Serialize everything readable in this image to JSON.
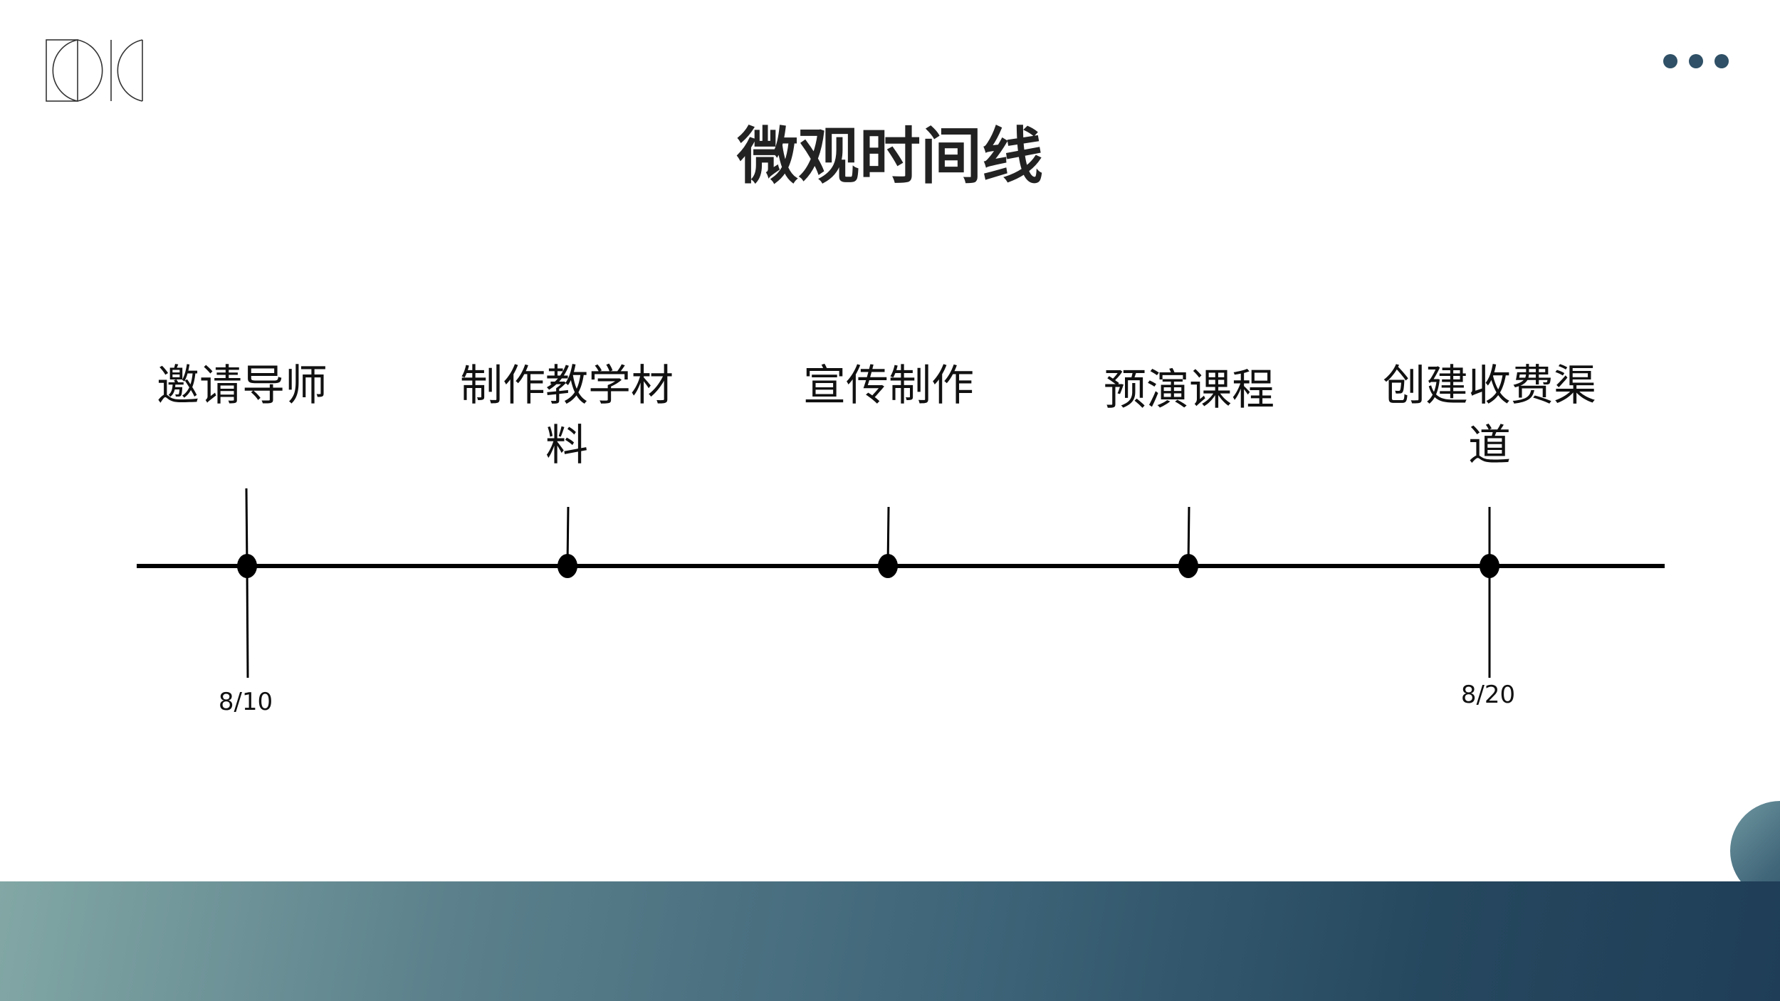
{
  "title": "微观时间线",
  "colors": {
    "accent_dots": "#2f5066",
    "band_start": "#82a7a5",
    "band_end": "#1f3d57",
    "line": "#000000"
  },
  "icons": {
    "logo": "kdc-logo-icon",
    "menu": "more-dots-icon"
  },
  "milestones": [
    {
      "label": "邀请导师",
      "date": "8/10"
    },
    {
      "label": "制作教学材料",
      "date": ""
    },
    {
      "label": "宣传制作",
      "date": ""
    },
    {
      "label": "预演课程",
      "date": ""
    },
    {
      "label": "创建收费渠道",
      "date": "8/20"
    }
  ]
}
